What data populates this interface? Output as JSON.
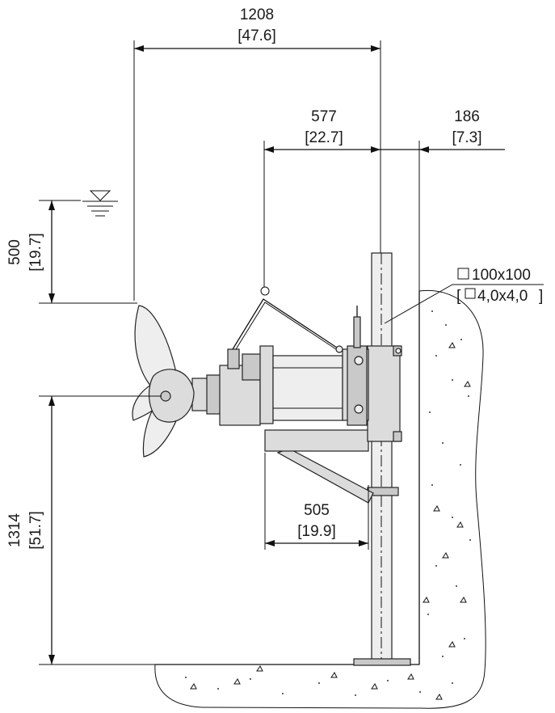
{
  "dimensions": {
    "overall_width": {
      "mm": "1208",
      "in": "[47.6]"
    },
    "motor_offset": {
      "mm": "577",
      "in": "[22.7]"
    },
    "wall_clearance": {
      "mm": "186",
      "in": "[7.3]"
    },
    "water_depth": {
      "mm": "500",
      "in": "[19.7]"
    },
    "height_from_floor": {
      "mm": "1314",
      "in": "[51.7]"
    },
    "bracket_length": {
      "mm": "505",
      "in": "[19.9]"
    },
    "mast_section": {
      "mm": "100x100",
      "in": "4,0x4,0"
    }
  },
  "colors": {
    "line": "#111111",
    "part_fill": "#dcdcdc",
    "concrete": "#ffffff"
  },
  "icons": {
    "water_level": "water-level-icon",
    "mast_square": "square-section-icon"
  }
}
